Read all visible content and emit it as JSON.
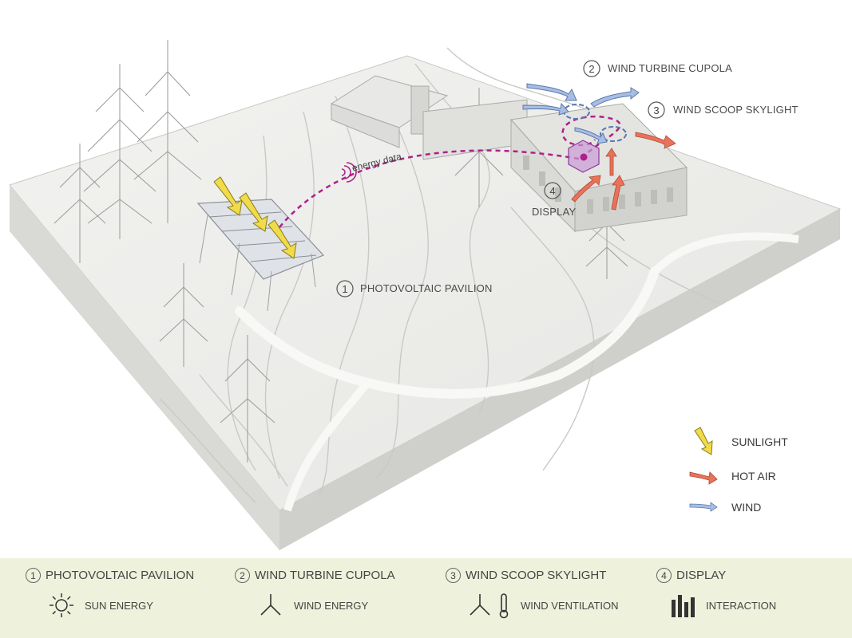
{
  "callouts": {
    "c1": {
      "num": "1",
      "label": "PHOTOVOLTAIC PAVILION"
    },
    "c2": {
      "num": "2",
      "label": "WIND TURBINE CUPOLA"
    },
    "c3": {
      "num": "3",
      "label": "WIND SCOOP SKYLIGHT"
    },
    "c4": {
      "num": "4",
      "label": "DISPLAY"
    },
    "energy_data": "energy data"
  },
  "legend": {
    "sunlight": "SUNLIGHT",
    "hot_air": "HOT AIR",
    "wind": "WIND"
  },
  "footer": [
    {
      "num": "1",
      "title": "PHOTOVOLTAIC PAVILION",
      "icon": "sun-icon",
      "sub": "SUN ENERGY"
    },
    {
      "num": "2",
      "title": "WIND TURBINE CUPOLA",
      "icon": "wind-turbine-icon",
      "sub": "WIND ENERGY"
    },
    {
      "num": "3",
      "title": "WIND SCOOP SKYLIGHT",
      "icon": "wind-thermometer-icon",
      "sub": "WIND VENTILATION"
    },
    {
      "num": "4",
      "title": "DISPLAY",
      "icon": "bar-chart-icon",
      "sub": "INTERACTION"
    }
  ],
  "colors": {
    "sunlight": "#f0dc4a",
    "hot_air": "#e8735a",
    "wind": "#8fa9d6",
    "data_path": "#b0208a",
    "footer_bg": "#eef2dc"
  }
}
